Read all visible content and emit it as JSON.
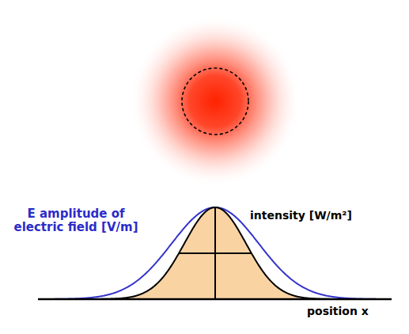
{
  "diagram": {
    "labels": [
      "E amplitude of electric field [V/m]",
      "intensity [W/m²]",
      "position x"
    ]
  }
}
